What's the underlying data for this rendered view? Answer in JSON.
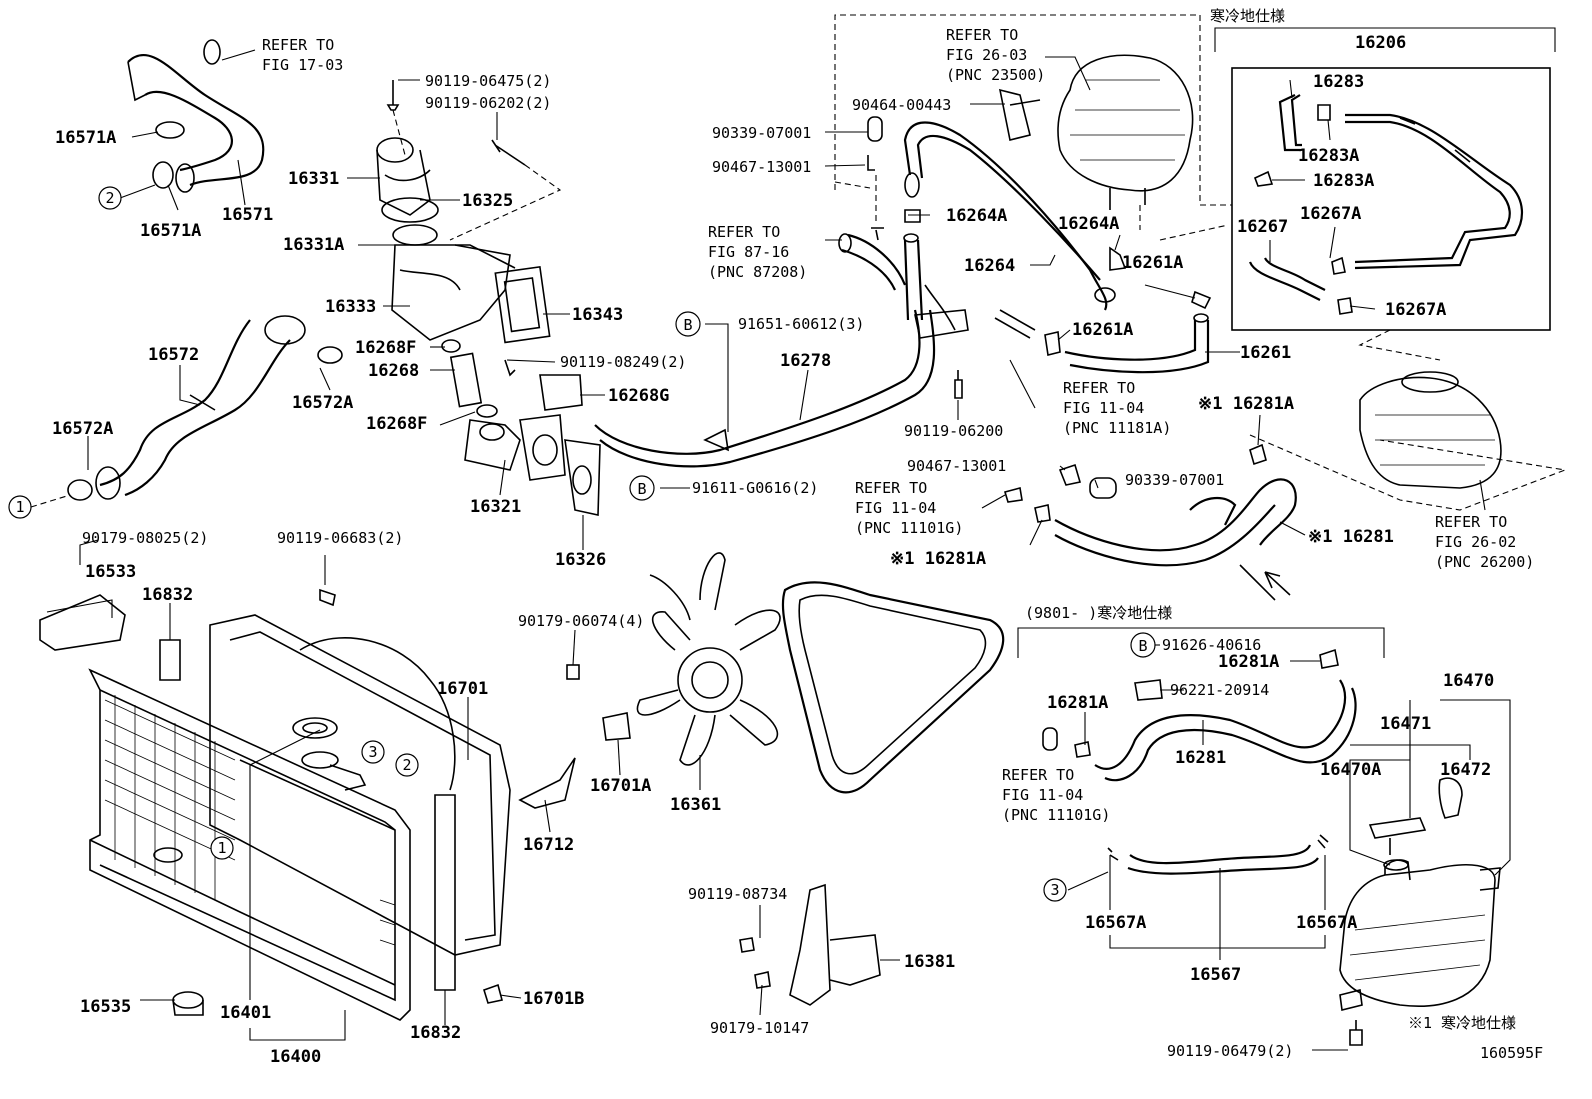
{
  "figure_code": "160595F",
  "group_labels": {
    "cold_spec_top": "寒冷地仕様",
    "cold_spec_mid": "(9801-    )寒冷地仕様",
    "footnote": "※1 寒冷地仕様"
  },
  "refer_notes": {
    "fig_17_03": {
      "line1": "REFER TO",
      "line2": "FIG 17-03"
    },
    "fig_26_03": {
      "line1": "REFER TO",
      "line2": "FIG 26-03",
      "line3": "(PNC 23500)"
    },
    "fig_87_16": {
      "line1": "REFER TO",
      "line2": "FIG 87-16",
      "line3": "(PNC 87208)"
    },
    "fig_11_04_a": {
      "line1": "REFER TO",
      "line2": "FIG 11-04",
      "line3": "(PNC 11181A)"
    },
    "fig_11_04_b": {
      "line1": "REFER TO",
      "line2": "FIG 11-04",
      "line3": "(PNC 11101G)"
    },
    "fig_11_04_c": {
      "line1": "REFER TO",
      "line2": "FIG 11-04",
      "line3": "(PNC 11101G)"
    },
    "fig_26_02": {
      "line1": "REFER TO",
      "line2": "FIG 26-02",
      "line3": "(PNC 26200)"
    }
  },
  "parts": {
    "p16571A_a": "16571A",
    "p16571A_b": "16571A",
    "p16571": "16571",
    "p90119_06475": "90119-06475(2)",
    "p90119_06202": "90119-06202(2)",
    "p16331": "16331",
    "p16325": "16325",
    "p16331A": "16331A",
    "p16333": "16333",
    "p16343": "16343",
    "p16572": "16572",
    "p16572A_a": "16572A",
    "p16572A_b": "16572A",
    "p16268F_a": "16268F",
    "p16268": "16268",
    "p16268F_b": "16268F",
    "p90119_08249": "90119-08249(2)",
    "p16268G": "16268G",
    "p16321": "16321",
    "p16326": "16326",
    "p91651": "91651-60612(3)",
    "p91611": "91611-G0616(2)",
    "p16278": "16278",
    "p90339_07001_a": "90339-07001",
    "p90467_13001_a": "90467-13001",
    "p90464_00443": "90464-00443",
    "p16264A_a": "16264A",
    "p16264A_b": "16264A",
    "p16264": "16264",
    "p16261A_a": "16261A",
    "p16261A_b": "16261A",
    "p16261": "16261",
    "p90119_06200": "90119-06200",
    "p16206": "16206",
    "p16283": "16283",
    "p16283A_a": "16283A",
    "p16283A_b": "16283A",
    "p16267": "16267",
    "p16267A_a": "16267A",
    "p16267A_b": "16267A",
    "p16281A_star_a": "※1 16281A",
    "p16281A_star_b": "※1 16281A",
    "p16281_star": "※1 16281",
    "p90467_13001_b": "90467-13001",
    "p90339_07001_b": "90339-07001",
    "p90179_08025": "90179-08025(2)",
    "p90119_06683": "90119-06683(2)",
    "p16533": "16533",
    "p16832_a": "16832",
    "p16832_b": "16832",
    "p16701": "16701",
    "p16701A": "16701A",
    "p16701B": "16701B",
    "p16712": "16712",
    "p90179_06074": "90179-06074(4)",
    "p16361": "16361",
    "p16401": "16401",
    "p16400": "16400",
    "p16535": "16535",
    "p90119_08734": "90119-08734",
    "p90179_10147": "90179-10147",
    "p16381": "16381",
    "p91626": "91626-40616",
    "p16281A_c": "16281A",
    "p96221": "96221-20914",
    "p16281A_d": "16281A",
    "p16281": "16281",
    "p16470": "16470",
    "p16471": "16471",
    "p16470A": "16470A",
    "p16472": "16472",
    "p16567A_a": "16567A",
    "p16567A_b": "16567A",
    "p16567": "16567",
    "p90119_06479": "90119-06479(2)"
  },
  "callouts": {
    "one": "1",
    "two": "2",
    "three": "3",
    "b": "B"
  }
}
